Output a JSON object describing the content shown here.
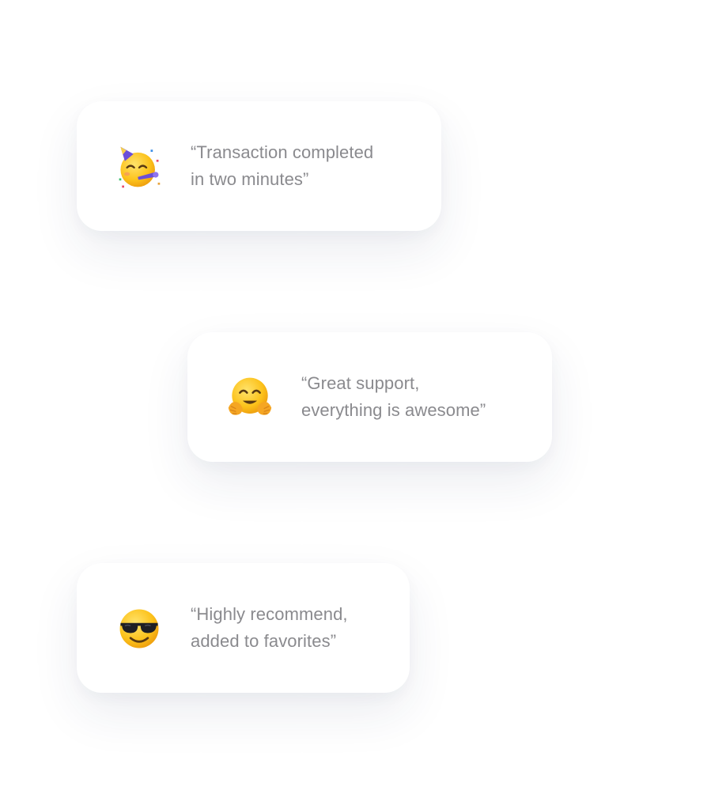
{
  "testimonials": [
    {
      "icon": "partying-face-icon",
      "line1": "“Transaction completed",
      "line2": "in two minutes”"
    },
    {
      "icon": "hugging-face-icon",
      "line1": "“Great support,",
      "line2": "everything is awesome”"
    },
    {
      "icon": "smiling-face-with-sunglasses-icon",
      "line1": "“Highly recommend,",
      "line2": "added to favorites”"
    }
  ],
  "colors": {
    "text": "#8a8a8e",
    "card": "#ffffff",
    "emoji_face": "#fcc21b"
  }
}
